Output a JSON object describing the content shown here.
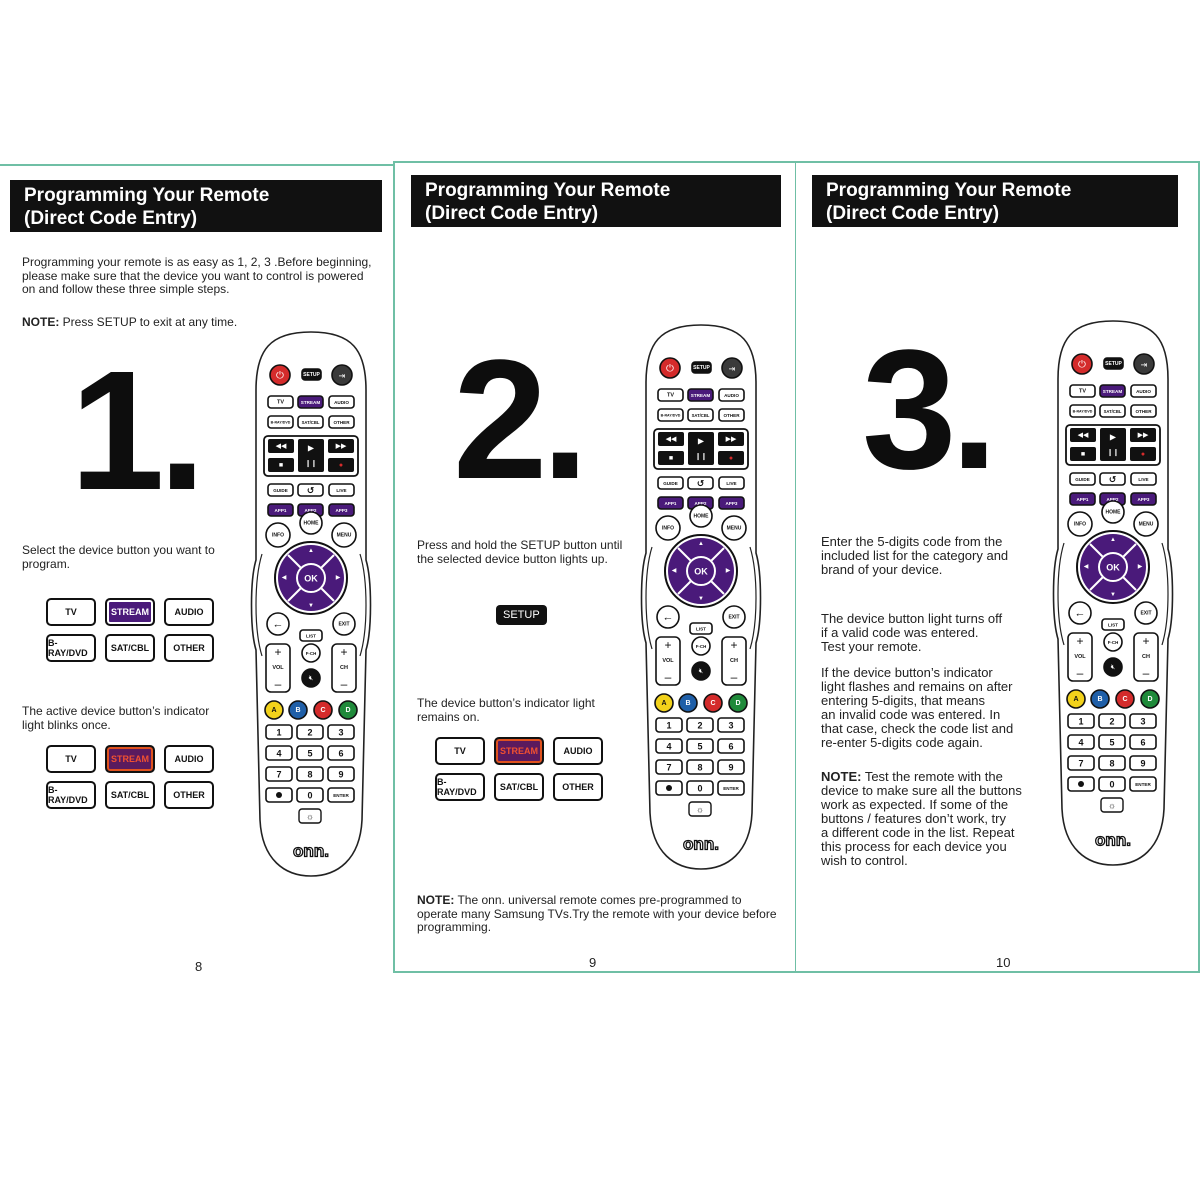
{
  "pages": [
    {
      "header_line1": "Programming Your Remote",
      "header_line2": "(Direct Code Entry)",
      "intro_line1": "Programming your remote is as easy as 1, 2, 3 .Before beginning,",
      "intro_line2": "please make sure that the device you want to control is powered",
      "intro_line3": "on and follow these three simple steps.",
      "note_label": "NOTE:",
      "note_text": " Press SETUP to exit at any time.",
      "step_number": "1.",
      "instruction_line1": "Select the device button you want to",
      "instruction_line2": "program.",
      "result_line1": "The active device button’s indicator",
      "result_line2": "light blinks once.",
      "page_number": "8"
    },
    {
      "header_line1": "Programming Your Remote",
      "header_line2": "(Direct Code Entry)",
      "step_number": "2.",
      "instruction_line1": "Press and hold the SETUP button until",
      "instruction_line2": "the selected device button lights up.",
      "setup_chip": "SETUP",
      "result_line1": "The device button’s indicator light",
      "result_line2": "remains on.",
      "note_label": "NOTE:",
      "note_line1": " The onn. universal remote comes pre-programmed to",
      "note_line2": "operate many Samsung TVs.Try the remote with your device before",
      "note_line3": "programming.",
      "page_number": "9"
    },
    {
      "header_line1": "Programming Your Remote",
      "header_line2": "(Direct Code Entry)",
      "step_number": "3.",
      "p1_line1": "Enter the 5-digits code from the",
      "p1_line2": "included list for the category and",
      "p1_line3": "brand of your device.",
      "p2_line1": "The device button light turns off",
      "p2_line2": "if a valid code was entered.",
      "p2_line3": "Test your remote.",
      "p3_line1": "If the device button’s indicator",
      "p3_line2": "light flashes and remains on after",
      "p3_line3": "entering 5-digits, that means",
      "p3_line4": "an invalid code was entered. In",
      "p3_line5": "that case, check the code list and",
      "p3_line6": "re-enter 5-digits code again.",
      "note_label": "NOTE:",
      "note_line1": " Test the remote with the",
      "note_line2": "device to make sure all the buttons",
      "note_line3": "work as expected. If some of the",
      "note_line4": "buttons / features don’t work, try",
      "note_line5": "a different code in the list. Repeat",
      "note_line6": "this process for each device you",
      "note_line7": "wish to control.",
      "page_number": "10"
    }
  ],
  "device_buttons": {
    "tv": "TV",
    "stream": "STREAM",
    "audio": "AUDIO",
    "bray": "B-RAY/DVD",
    "satcbl": "SAT/CBL",
    "other": "OTHER"
  },
  "remote": {
    "setup": "SETUP",
    "tv": "TV",
    "stream": "STREAM",
    "audio": "AUDIO",
    "bray": "B-RAY/DVD",
    "satcbl": "SAT/CBL",
    "other": "OTHER",
    "guide": "GUIDE",
    "live": "LIVE",
    "app1": "APP1",
    "app2": "APP2",
    "app3": "APP3",
    "info": "INFO",
    "home": "HOME",
    "menu": "MENU",
    "ok": "OK",
    "exit": "EXIT",
    "list": "LIST",
    "vol": "VOL",
    "ch": "CH",
    "fch": "F-CH",
    "a": "A",
    "b": "B",
    "c": "C",
    "d": "D",
    "k1": "1",
    "k2": "2",
    "k3": "3",
    "k4": "4",
    "k5": "5",
    "k6": "6",
    "k7": "7",
    "k8": "8",
    "k9": "9",
    "k0": "0",
    "enter": "ENTER",
    "brand": "onn."
  },
  "colors": {
    "header_bg": "#111111",
    "page_border": "#6fbfa5",
    "stream_purple": "#4a1a7a",
    "power_red": "#d42b2b",
    "key_a": "#f2d21b",
    "key_b": "#1f5fa8",
    "key_c": "#d42b2b",
    "key_d": "#1f8a3a"
  }
}
